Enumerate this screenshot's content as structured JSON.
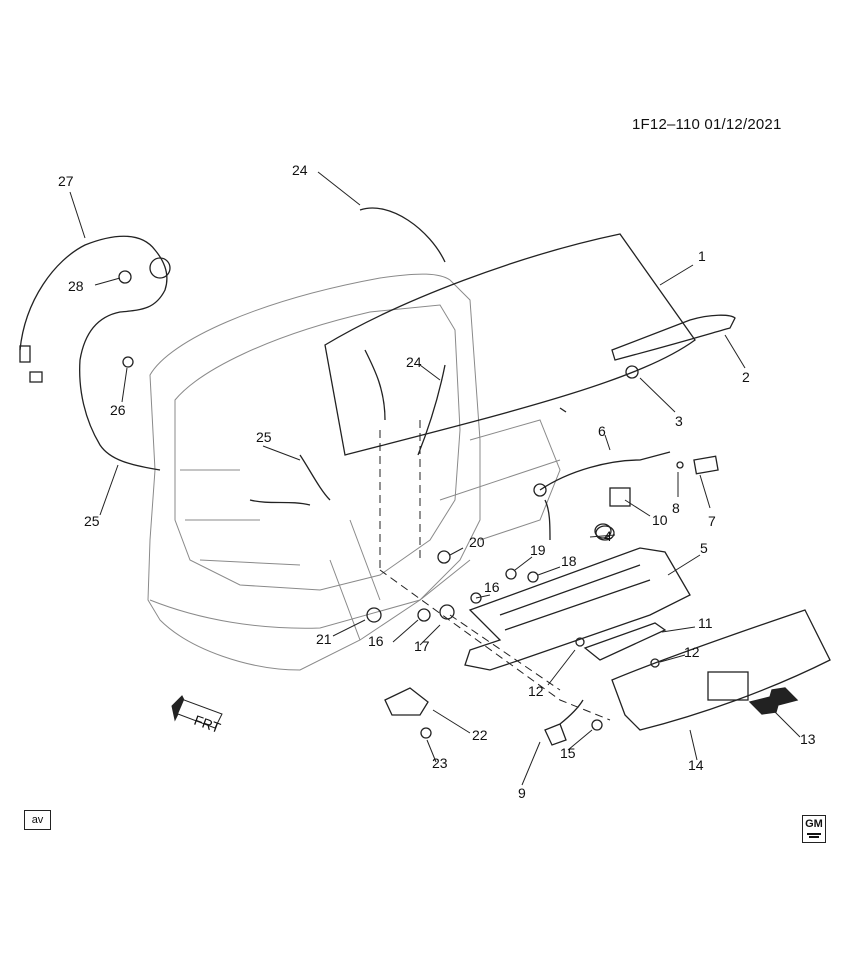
{
  "diagram": {
    "reference_code": "1F12–110 01/12/2021",
    "view_code": "av",
    "front_marker": "FRT",
    "logo": "GM",
    "callouts": [
      "1",
      "2",
      "3",
      "4",
      "5",
      "6",
      "7",
      "8",
      "9",
      "10",
      "11",
      "12",
      "12",
      "13",
      "14",
      "15",
      "16",
      "16",
      "17",
      "18",
      "19",
      "20",
      "21",
      "22",
      "23",
      "24",
      "24",
      "25",
      "25",
      "26",
      "27",
      "28"
    ]
  },
  "colors": {
    "line": "#222222",
    "light_line": "#8a8a8a",
    "background": "#ffffff"
  },
  "icons": [
    "front-arrow-icon",
    "gm-logo-icon",
    "bowtie-emblem-icon"
  ]
}
